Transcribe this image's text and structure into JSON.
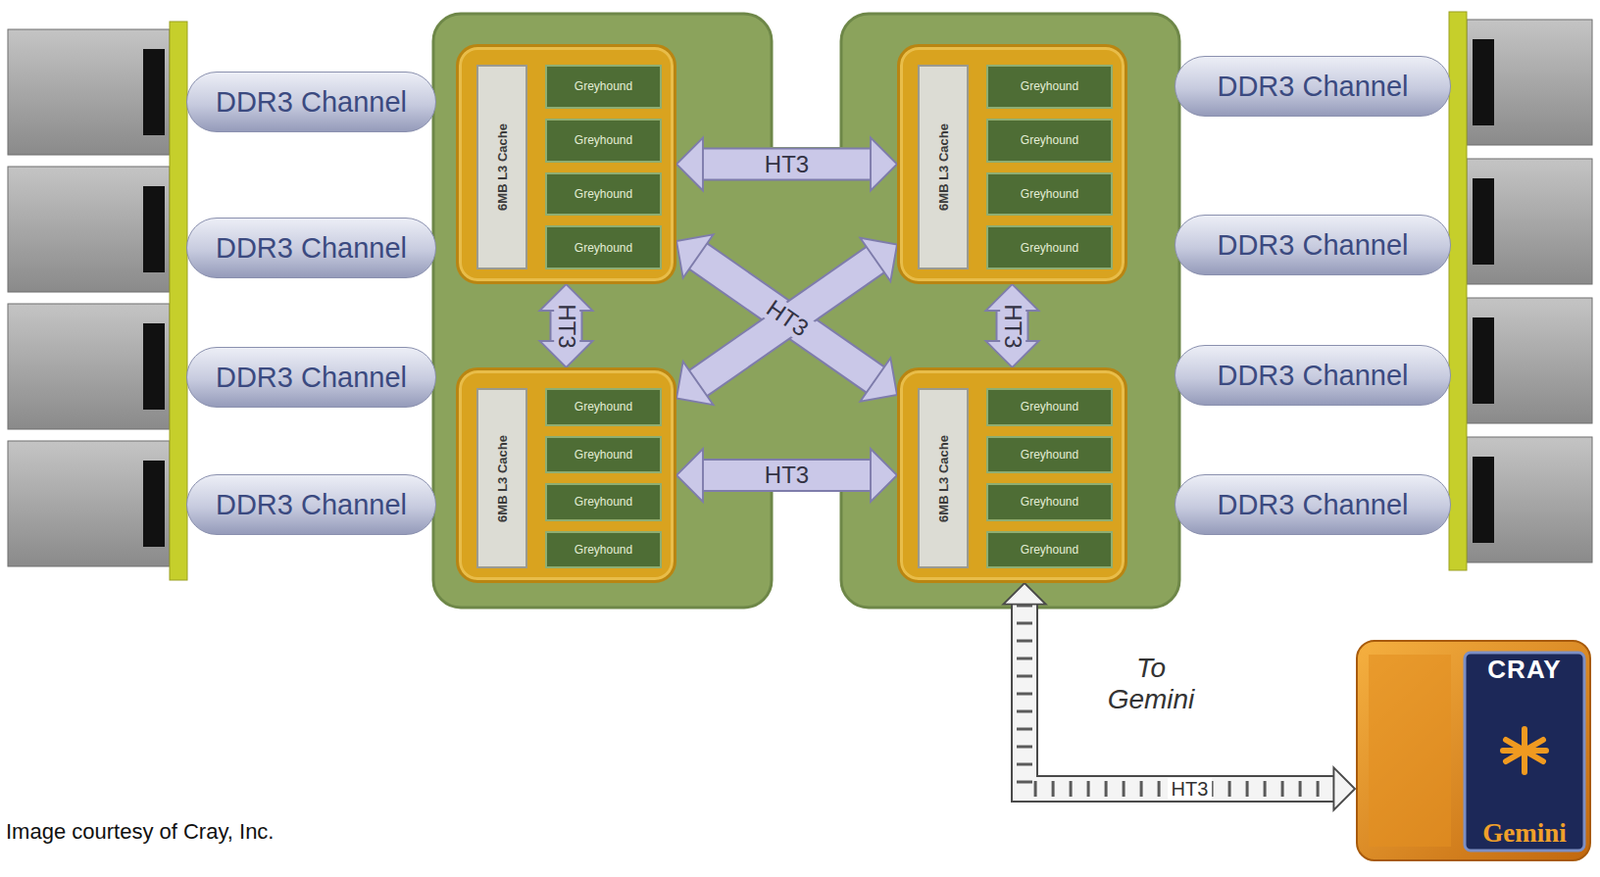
{
  "diagram": {
    "caption": "Image courtesy of Cray, Inc.",
    "nodes": [
      {
        "text": []
      },
      {
        "text": [
          "6MB L3 Cache"
        ],
        "in": 0
      },
      {
        "text": [
          "Greyhound"
        ],
        "in": 0
      },
      {
        "text": [
          "Greyhound"
        ],
        "in": 0
      },
      {
        "text": [
          "Greyhound"
        ],
        "in": 0
      },
      {
        "text": [
          "Greyhound"
        ],
        "in": 0
      },
      {
        "text": []
      },
      {
        "text": [
          "6MB L3 Cache"
        ],
        "in": 6
      },
      {
        "text": [
          "Greyhound"
        ],
        "in": 6
      },
      {
        "text": [
          "Greyhound"
        ],
        "in": 6
      },
      {
        "text": [
          "Greyhound"
        ],
        "in": 6
      },
      {
        "text": [
          "Greyhound"
        ],
        "in": 6
      },
      {
        "text": []
      },
      {
        "text": [
          "6MB L3 Cache"
        ],
        "in": 12
      },
      {
        "text": [
          "Greyhound"
        ],
        "in": 12
      },
      {
        "text": [
          "Greyhound"
        ],
        "in": 12
      },
      {
        "text": [
          "Greyhound"
        ],
        "in": 12
      },
      {
        "text": [
          "Greyhound"
        ],
        "in": 12
      },
      {
        "text": []
      },
      {
        "text": [
          "6MB L3 Cache"
        ],
        "in": 18
      },
      {
        "text": [
          "Greyhound"
        ],
        "in": 18
      },
      {
        "text": [
          "Greyhound"
        ],
        "in": 18
      },
      {
        "text": [
          "Greyhound"
        ],
        "in": 18
      },
      {
        "text": [
          "Greyhound"
        ],
        "in": 18
      },
      {
        "text": [
          "DDR3 Channel"
        ]
      },
      {
        "text": [
          "DDR3 Channel"
        ]
      },
      {
        "text": [
          "DDR3 Channel"
        ]
      },
      {
        "text": [
          "DDR3 Channel"
        ]
      },
      {
        "text": [
          "DDR3 Channel"
        ]
      },
      {
        "text": [
          "DDR3 Channel"
        ]
      },
      {
        "text": [
          "DDR3 Channel"
        ]
      },
      {
        "text": [
          "DDR3 Channel"
        ]
      },
      {
        "text": [
          "CRAY",
          "Gemini"
        ]
      }
    ],
    "edges": [
      {
        "from": 0,
        "to": 6,
        "arrow": "both",
        "label": "HT3"
      },
      {
        "from": 0,
        "to": 12,
        "arrow": "both",
        "label": "HT3"
      },
      {
        "from": 6,
        "to": 18,
        "arrow": "both",
        "label": "HT3"
      },
      {
        "from": 0,
        "to": 18,
        "arrow": "both",
        "label": "HT3"
      },
      {
        "from": 6,
        "to": 12,
        "arrow": "both"
      },
      {
        "from": 12,
        "to": 18,
        "arrow": "both",
        "label": "HT3"
      },
      {
        "from": 18,
        "to": 32,
        "arrow": "both",
        "label": "HT3"
      }
    ],
    "labels": [
      "To Gemini"
    ]
  }
}
